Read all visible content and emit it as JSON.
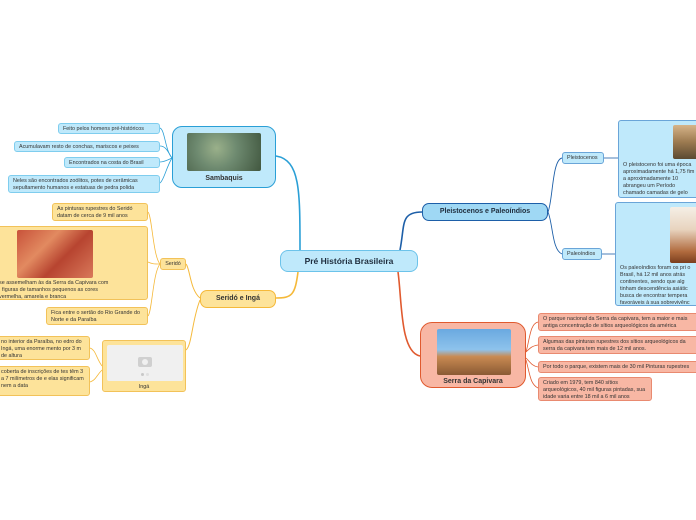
{
  "central": "Pré História Brasileira",
  "sambaquis": {
    "title": "Sambaquis",
    "items": [
      "Feito pelos homens pré-históricos",
      "Acumulavam resto de conchas, mariscos e peixes",
      "Encontrados na costa do Brasil",
      "Neles são encontrados zoólitos, potes de cerâmicas sepultamento humanos e estatuas de pedra polida"
    ]
  },
  "serido_inga": {
    "title": "Seridó e Ingá",
    "serido": {
      "label": "Seridó",
      "items": [
        "As pinturas rupestres do Seridó datam de cerca de 9 mil anos",
        "se assemelham às da Serra da Capivara com , figuras de tamanhos pequenos as cores vermelha, amarela e branca",
        "Fica entre o sertão do Rio Grande do Norte e da Paraíba"
      ]
    },
    "inga": {
      "label": "Ingá",
      "items": [
        "no interior da Paraíba, no edro do Ingá, uma enorme mento por 3 m de altura",
        "coberta de inscrições de tes têm 3 a 7 milímetros de e elas significam nem a data"
      ]
    }
  },
  "pleistocenos": {
    "title": "Pleistocenos e Paleoíndios",
    "pleistoceno": {
      "label": "Pleistocenos",
      "text": "O pleistoceno foi uma época aproximadamente há 1,75 fim a aproximadamente 10 abrangeu um Período chamado camadas de gelo cobriram"
    },
    "paleoindios": {
      "label": "Paleoíndios",
      "text": "Os paleoíndios foram os pri o Brasil, há 12 mil anos atrás continentes, sendo que alg tinham descendência asiátic busca de encontrar tempera favoráveis à sua sobrevivênc"
    }
  },
  "capivara": {
    "title": "Serra da Capivara",
    "items": [
      "O parque nacional da Serra da capivara, tem a maior e mais antiga concentração de sítios arqueológicos da américa",
      "Algumas das pinturas rupestres dos sítios arqueológicos da serra da capivara tem mais de 12 mil anos.",
      "Por todo o parque, existem mais de 30 mil Pinturas rupestres",
      "Criado em 1979, tem 840 sítios arqueológicos, 40 mil figuras pintadas, sua idade varia entre 18 mil a 6 mil anos"
    ]
  },
  "colors": {
    "blue": "#bfe9fb",
    "yellow": "#fde39a",
    "salmon": "#f8b7a4",
    "line_blue": "#2a9fd6",
    "line_yellow": "#f5b93a",
    "line_navy": "#1d5fa8",
    "line_red": "#e05a2f"
  }
}
